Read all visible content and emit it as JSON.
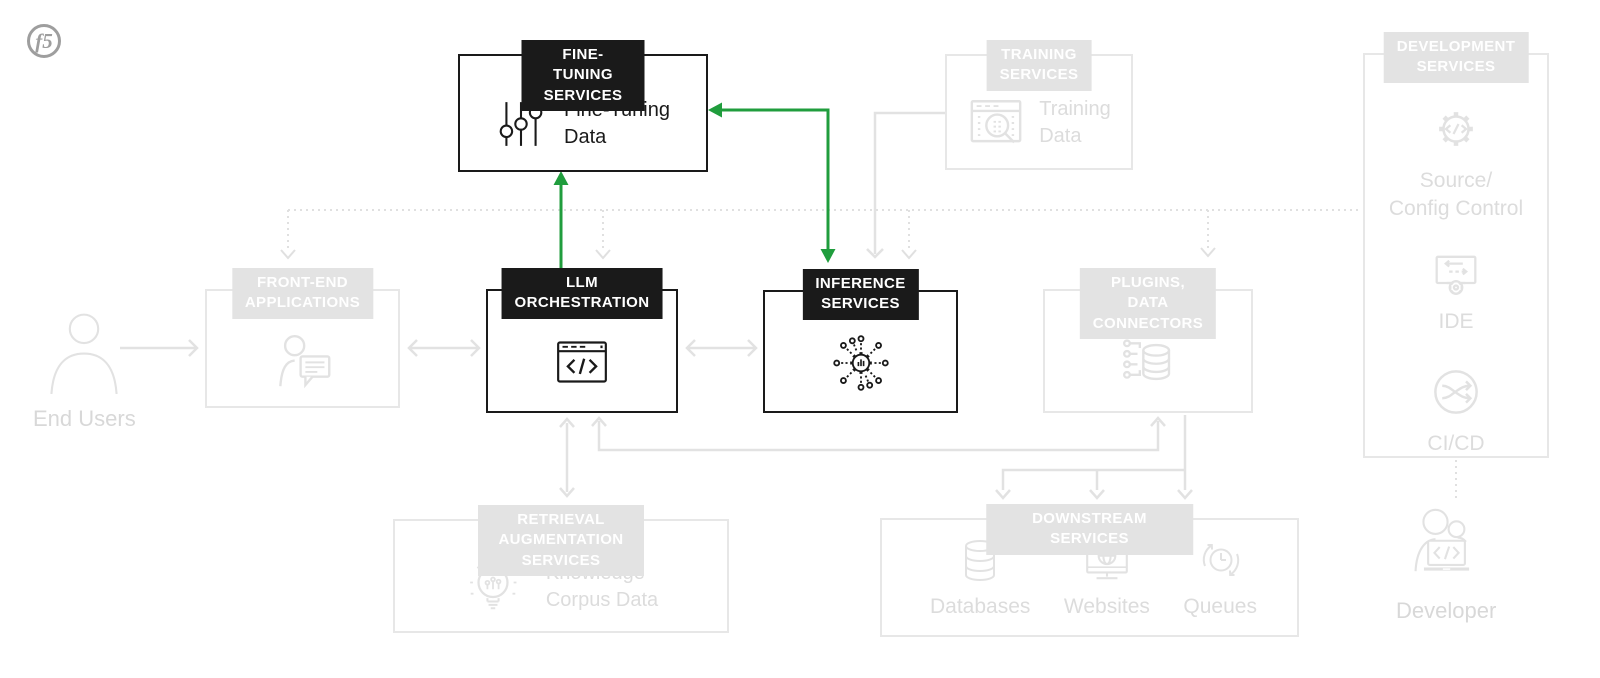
{
  "colors": {
    "accent_green": "#209d3d",
    "active_black": "#1a1a1a",
    "faded_gray": "#e3e3e3",
    "faded_text": "#dcdcdc"
  },
  "logo": {
    "label": "f5"
  },
  "nodes": {
    "fine_tuning": {
      "header": "FINE-TUNING SERVICES",
      "label": "Fine-Tuning\nData",
      "icon": "sliders-icon",
      "state": "highlighted"
    },
    "training": {
      "header": "TRAINING SERVICES",
      "label": "Training\nData",
      "icon": "table-search-icon",
      "state": "faded"
    },
    "development": {
      "header": "DEVELOPMENT\nSERVICES",
      "state": "faded",
      "items": [
        {
          "label": "Source/\nConfig Control",
          "icon": "gear-code-icon"
        },
        {
          "label": "IDE",
          "icon": "ide-icon"
        },
        {
          "label": "CI/CD",
          "icon": "cicd-icon"
        }
      ]
    },
    "front_end": {
      "header": "FRONT-END\nAPPLICATIONS",
      "icon": "person-chat-icon",
      "state": "faded"
    },
    "llm_orchestration": {
      "header": "LLM\nORCHESTRATION",
      "icon": "code-window-icon",
      "state": "highlighted"
    },
    "inference": {
      "header": "INFERENCE\nSERVICES",
      "icon": "gear-hub-icon",
      "state": "highlighted"
    },
    "plugins": {
      "header": "PLUGINS,\nDATA CONNECTORS",
      "icon": "database-connector-icon",
      "state": "faded"
    },
    "retrieval": {
      "header": "RETRIEVAL AUGMENTATION SERVICES",
      "label": "Knowledge\nCorpus Data",
      "icon": "bulb-chart-icon",
      "state": "faded"
    },
    "downstream": {
      "header": "DOWNSTREAM SERVICES",
      "state": "faded",
      "items": [
        {
          "label": "Databases",
          "icon": "database-icon"
        },
        {
          "label": "Websites",
          "icon": "website-icon"
        },
        {
          "label": "Queues",
          "icon": "queues-icon"
        }
      ]
    },
    "end_users": {
      "label": "End Users",
      "icon": "person-icon",
      "state": "faded"
    },
    "developer": {
      "label": "Developer",
      "icon": "developer-icon",
      "state": "faded"
    }
  }
}
